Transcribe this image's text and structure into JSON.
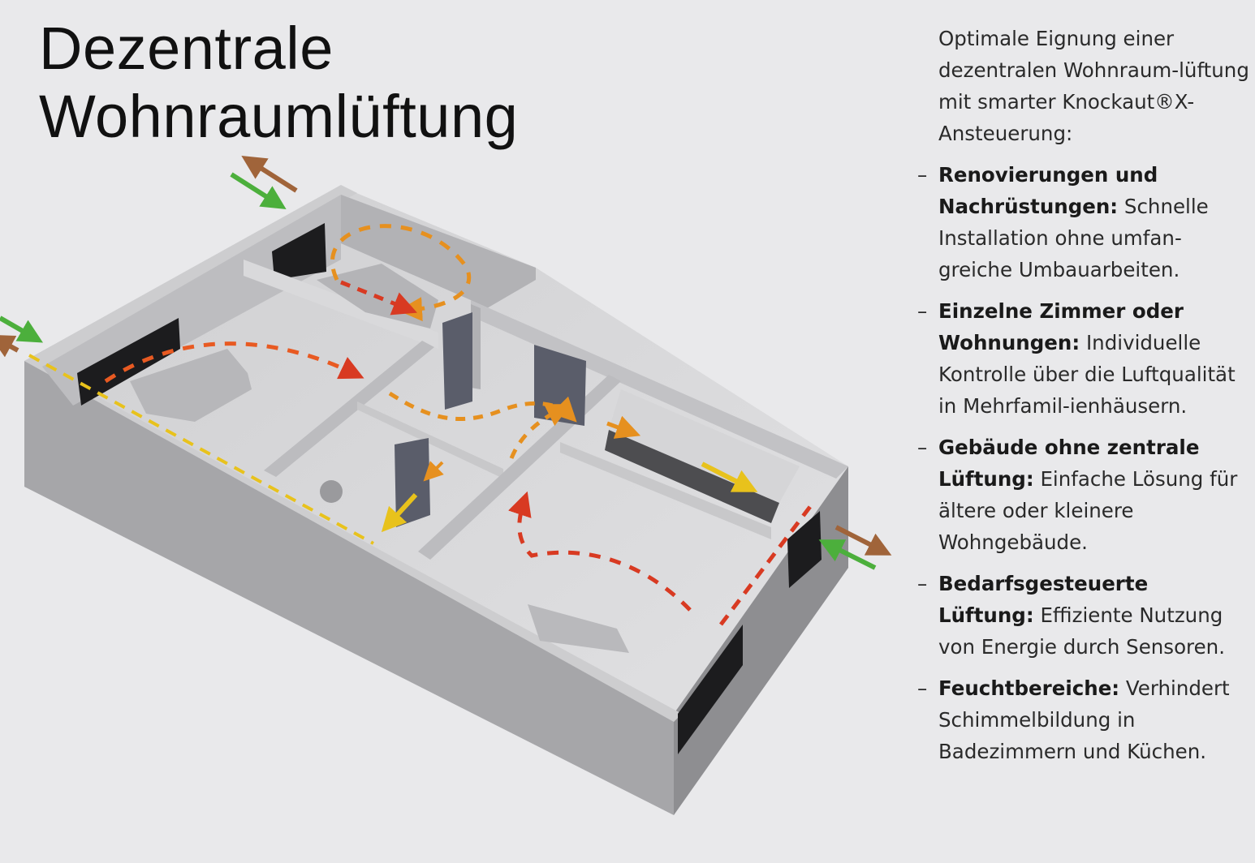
{
  "title": {
    "line1": "Dezentrale",
    "line2": "Wohnraumlüftung"
  },
  "intro": "Optimale Eignung einer dezentralen Wohnraum-lüftung mit smarter Knockaut®X-Ansteuerung:",
  "items": [
    {
      "term": "Renovierungen und Nachrüstungen:",
      "text": "Schnelle Installation ohne umfan-greiche Umbauarbeiten."
    },
    {
      "term": "Einzelne Zimmer oder Wohnungen:",
      "text": "Individuelle Kontrolle über die Luftqualität in Mehrfamil-ienhäusern."
    },
    {
      "term": "Gebäude ohne zentrale Lüftung:",
      "text": "Einfache Lösung für ältere oder kleinere Wohngebäude."
    },
    {
      "term": "Bedarfsgesteuerte Lüftung:",
      "text": "Effiziente Nutzung von Energie durch Sensoren."
    },
    {
      "term": "Feuchtbereiche:",
      "text": "Verhindert Schimmelbildung in Badezimmern und Küchen."
    }
  ],
  "bullet": "–",
  "colors": {
    "fresh_air": "#4caf3c",
    "exhaust_air": "#a0643a",
    "hot": "#d83a22",
    "warm": "#e6901f",
    "cool": "#e8c21c",
    "wall": "#c9c9cb",
    "floor": "#d6d6d8"
  }
}
